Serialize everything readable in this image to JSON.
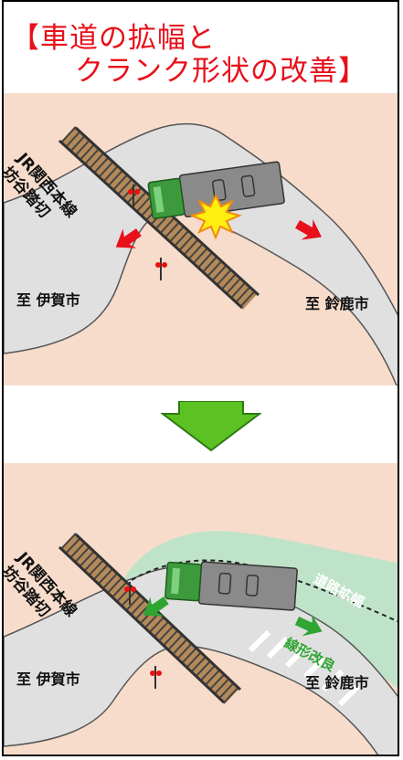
{
  "title": {
    "line1": "【車道の拡幅と",
    "line2": "クランク形状の改善】"
  },
  "before": {
    "crossing_label_1": "JR関西本線",
    "crossing_label_2": "坊谷踏切",
    "left_destination": "至 伊賀市",
    "right_destination": "至 鈴鹿市"
  },
  "after": {
    "crossing_label_1": "JR関西本線",
    "crossing_label_2": "坊谷踏切",
    "left_destination": "至 伊賀市",
    "right_destination": "至 鈴鹿市",
    "widening_label": "道路拡幅",
    "alignment_label": "線形改良"
  },
  "colors": {
    "title_red": "#e8101a",
    "land": "#f7dccb",
    "road": "#e0e0e0",
    "widened_area": "#bfe3c9",
    "arrow_red": "#e8101a",
    "arrow_green": "#2fa532",
    "transition_arrow": "#5cc224"
  },
  "icons": [
    "collision-burst-icon",
    "truck-icon",
    "railway-signal-icon",
    "down-arrow-icon"
  ]
}
